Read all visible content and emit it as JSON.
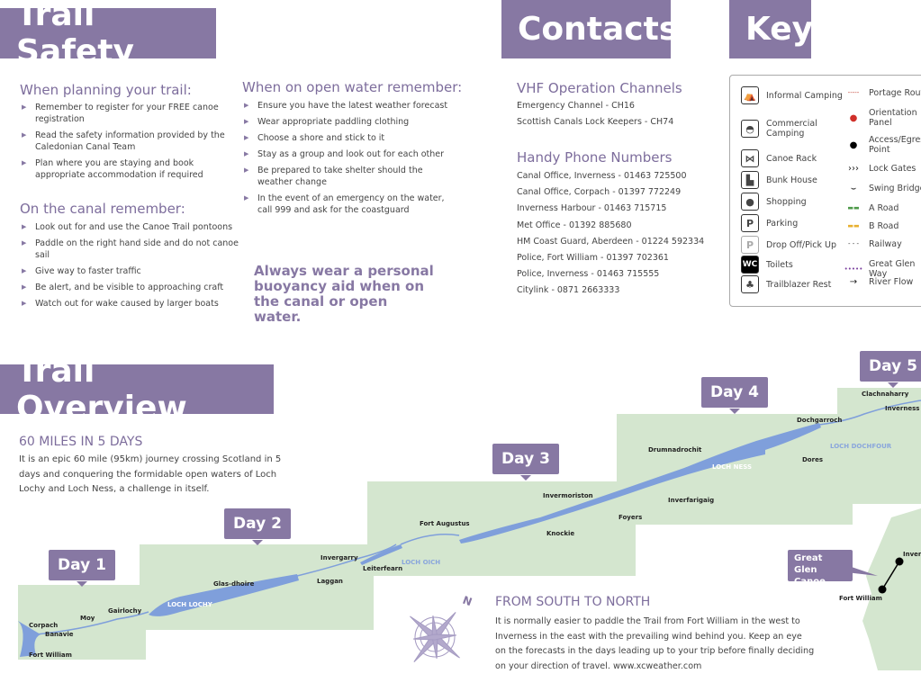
{
  "safety": {
    "title": "Trail Safety",
    "planning": {
      "heading": "When planning your trail:",
      "items": [
        "Remember to register for your FREE canoe registration",
        "Read the safety information provided by the Caledonian Canal Team",
        "Plan where you are staying and book appropriate accommodation if required"
      ]
    },
    "canal": {
      "heading": "On the canal remember:",
      "items": [
        "Look out for and use the Canoe Trail pontoons",
        "Paddle on the right hand side and do not canoe sail",
        "Give way to faster traffic",
        "Be alert, and be visible to approaching craft",
        "Watch out for wake caused by larger boats"
      ]
    },
    "open_water": {
      "heading": "When on open water remember:",
      "items": [
        "Ensure you have the latest weather forecast",
        "Wear appropriate paddling clothing",
        "Choose a shore and stick to it",
        "Stay as a group and look out for each other",
        "Be prepared to take shelter should the weather change",
        "In the event of an emergency on the water, call 999 and ask for the coastguard"
      ]
    },
    "callout": "Always wear a personal buoyancy aid when on the canal or open water."
  },
  "contacts": {
    "title": "Contacts",
    "vhf_heading": "VHF Operation Channels",
    "vhf": [
      "Emergency Channel - CH16",
      "Scottish Canals Lock Keepers - CH74"
    ],
    "phone_heading": "Handy Phone Numbers",
    "phones": [
      "Canal Office, Inverness - 01463 725500",
      "Canal Office, Corpach - 01397 772249",
      "Inverness Harbour - 01463 715715",
      "Met Office - 01392 885680",
      "HM Coast Guard, Aberdeen - 01224 592334",
      "Police, Fort William - 01397 702361",
      "Police, Inverness - 01463 715555",
      "Citylink - 0871 2663333"
    ]
  },
  "key": {
    "title": "Key",
    "left": [
      {
        "label": "Informal Camping",
        "icon": "tent-icon",
        "glyph": "⛺"
      },
      {
        "label": "Commercial Camping",
        "icon": "commercial-camping-icon",
        "glyph": "◓"
      },
      {
        "label": "Canoe Rack",
        "icon": "canoe-rack-icon",
        "glyph": "⋈"
      },
      {
        "label": "Bunk House",
        "icon": "bunk-house-icon",
        "glyph": "▙"
      },
      {
        "label": "Shopping",
        "icon": "basket-icon",
        "glyph": "●"
      },
      {
        "label": "Parking",
        "icon": "parking-icon",
        "glyph": "P"
      },
      {
        "label": "Drop Off/Pick Up",
        "icon": "drop-off-icon",
        "glyph": "P"
      },
      {
        "label": "Toilets",
        "icon": "wc-icon",
        "glyph": "WC"
      },
      {
        "label": "Trailblazer Rest",
        "icon": "trailblazer-rest-icon",
        "glyph": "♣"
      }
    ],
    "right": [
      {
        "label": "Portage Route",
        "icon": "portage-route-icon",
        "glyph": "-----",
        "color": "#c0392b"
      },
      {
        "label": "Orientation Panel",
        "icon": "orientation-panel-icon",
        "glyph": "●",
        "color": "#d0302a"
      },
      {
        "label": "Access/Egress Point",
        "icon": "access-point-icon",
        "glyph": "●",
        "color": "#000000"
      },
      {
        "label": "Lock Gates",
        "icon": "lock-gates-icon",
        "glyph": "›››",
        "color": "#222222"
      },
      {
        "label": "Swing Bridge",
        "icon": "swing-bridge-icon",
        "glyph": "⌣",
        "color": "#222222"
      },
      {
        "label": "A Road",
        "icon": "a-road-icon",
        "glyph": "▬▬",
        "color": "#4e9a4a"
      },
      {
        "label": "B Road",
        "icon": "b-road-icon",
        "glyph": "▬▬",
        "color": "#e8b030"
      },
      {
        "label": "Railway",
        "icon": "railway-icon",
        "glyph": "- - -",
        "color": "#333333"
      },
      {
        "label": "Great Glen Way",
        "icon": "great-glen-way-icon",
        "glyph": "•••••",
        "color": "#7a3f9e"
      },
      {
        "label": "River Flow",
        "icon": "river-flow-icon",
        "glyph": "→",
        "color": "#222222"
      }
    ]
  },
  "overview": {
    "title": "Trail Overview",
    "subtitle": "60 MILES IN 5 DAYS",
    "intro": "It is an epic 60 mile (95km) journey crossing Scotland in 5 days and conquering the formidable open waters of Loch Lochy and Loch Ness, a challenge in itself.",
    "days": [
      "Day 1",
      "Day 2",
      "Day 3",
      "Day 4",
      "Day 5"
    ],
    "towns": [
      "Corpach",
      "Banavie",
      "Fort William",
      "Moy",
      "Gairlochy",
      "Glas-dhoire",
      "Laggan",
      "Invergarry",
      "Leiterfearn",
      "Fort Augustus",
      "Invermoriston",
      "Knockie",
      "Foyers",
      "Inverfarigaig",
      "Drumnadrochit",
      "Dores",
      "Dochgarroch",
      "Clachnaharry",
      "Inverness"
    ],
    "lochs": [
      "LOCH LOCHY",
      "LOCH OICH",
      "LOCH NESS",
      "LOCH DOCHFOUR"
    ],
    "direction_heading": "FROM SOUTH TO NORTH",
    "direction_text": "It is normally easier to paddle the Trail from Fort William in the west to Inverness in the east with the prevailing wind behind you. Keep an eye on the forecasts in the days leading up to your trip before finally deciding on your direction of travel.  www.xcweather.com",
    "compass_letter": "N",
    "inset": {
      "label": "Great Glen Canoe Trail",
      "towns": [
        "Fort William",
        "Inverness"
      ]
    }
  }
}
